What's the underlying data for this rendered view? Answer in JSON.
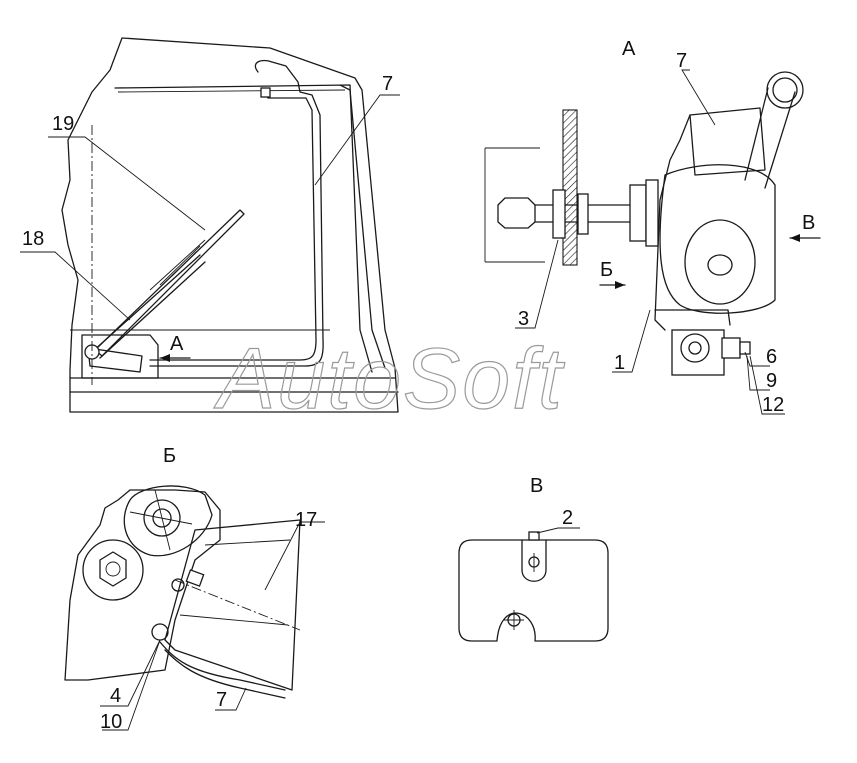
{
  "view_titles": {
    "a": "А",
    "b": "Б",
    "v": "В"
  },
  "arrow_labels": {
    "a": "А",
    "b": "Б",
    "v": "В"
  },
  "callouts": {
    "n19": "19",
    "n18": "18",
    "n7_main": "7",
    "n7_viewA": "7",
    "n3": "3",
    "n1": "1",
    "n6": "6",
    "n9": "9",
    "n12": "12",
    "n17": "17",
    "n4": "4",
    "n10": "10",
    "n7_viewB": "7",
    "n2": "2"
  },
  "watermark": "AutoSoft"
}
